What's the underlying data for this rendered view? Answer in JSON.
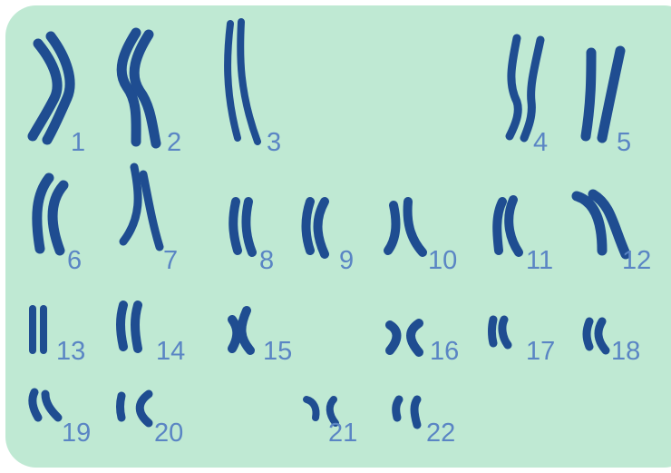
{
  "karyotype": {
    "background_color": "#bfe9d3",
    "chromosome_color": "#1f4d91",
    "label_color": "#5a85c4",
    "chromosomes": [
      {
        "number": "1"
      },
      {
        "number": "2"
      },
      {
        "number": "3"
      },
      {
        "number": "4"
      },
      {
        "number": "5"
      },
      {
        "number": "6"
      },
      {
        "number": "7"
      },
      {
        "number": "8"
      },
      {
        "number": "9"
      },
      {
        "number": "10"
      },
      {
        "number": "11"
      },
      {
        "number": "12"
      },
      {
        "number": "13"
      },
      {
        "number": "14"
      },
      {
        "number": "15"
      },
      {
        "number": "16"
      },
      {
        "number": "17"
      },
      {
        "number": "18"
      },
      {
        "number": "19"
      },
      {
        "number": "20"
      },
      {
        "number": "21"
      },
      {
        "number": "22"
      }
    ]
  }
}
